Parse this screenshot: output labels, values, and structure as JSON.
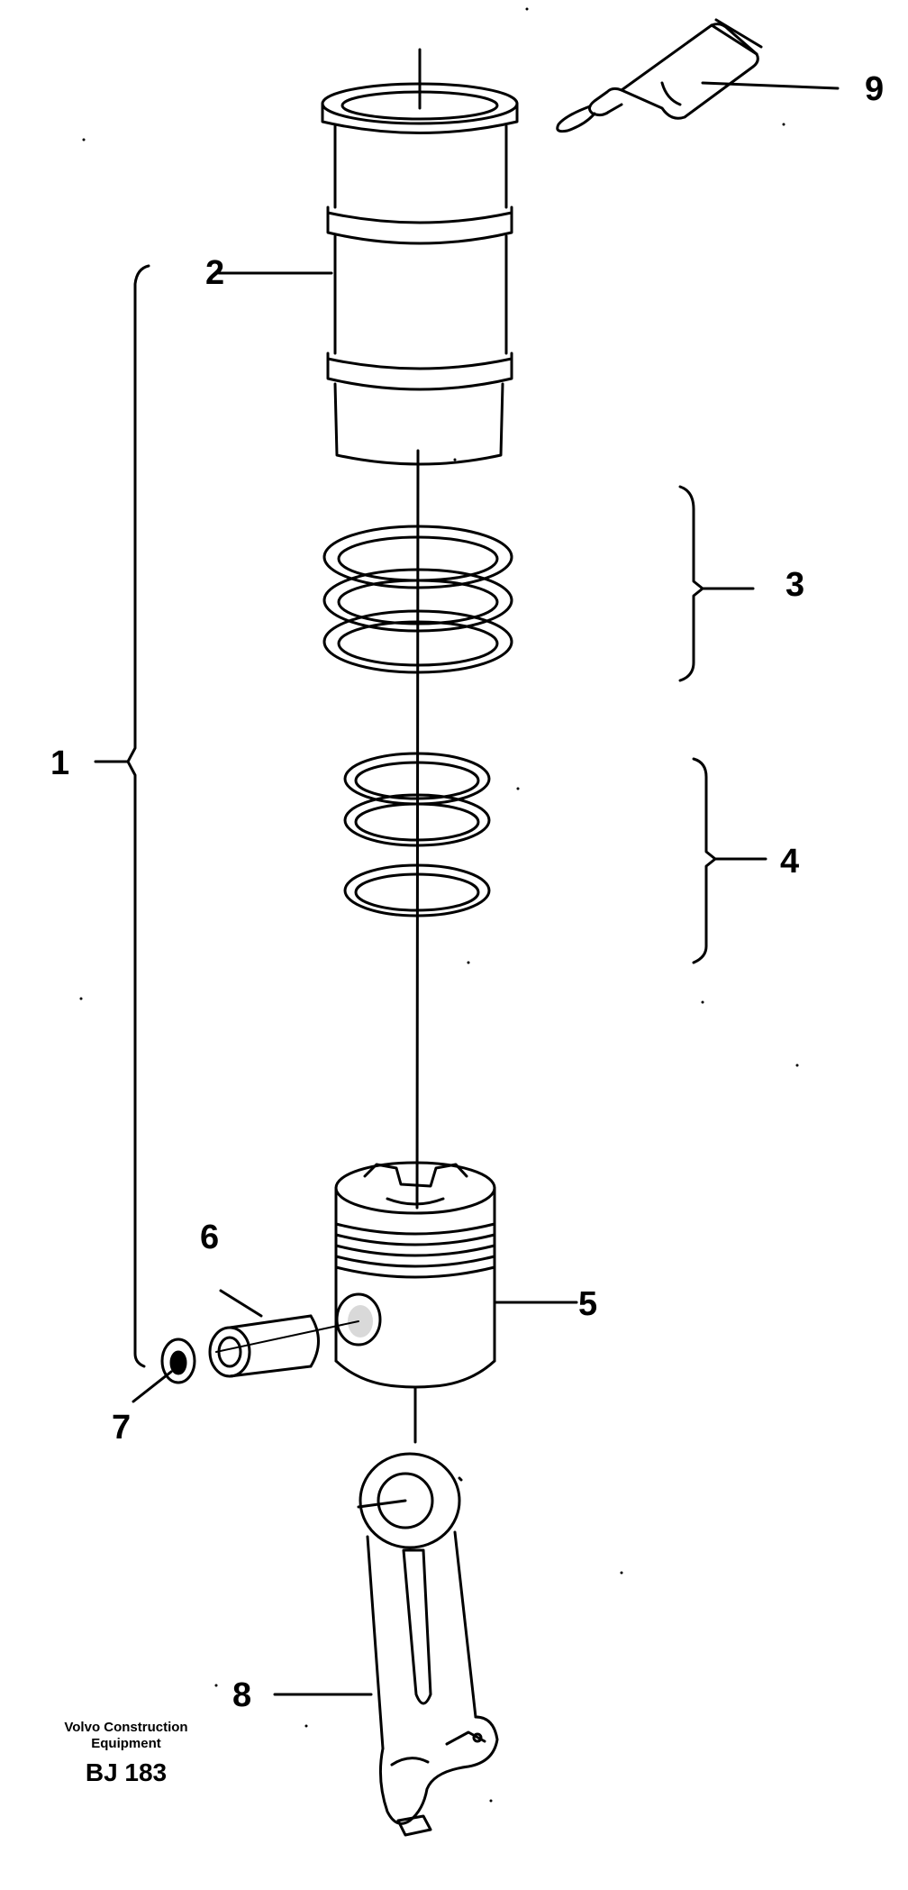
{
  "callouts": {
    "c1": "1",
    "c2": "2",
    "c3": "3",
    "c4": "4",
    "c5": "5",
    "c6": "6",
    "c7": "7",
    "c8": "8",
    "c9": "9"
  },
  "footer": {
    "company_line1": "Volvo Construction",
    "company_line2": "Equipment",
    "drawing_code": "BJ 183"
  }
}
